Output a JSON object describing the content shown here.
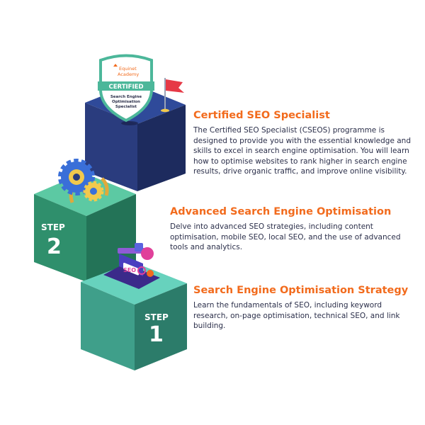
{
  "badge": {
    "brand_line1": "Equinet",
    "brand_line2": "Academy",
    "ribbon": "CERTIFIED",
    "line1": "Search Engine",
    "line2": "Optimisation",
    "line3": "Specialist"
  },
  "steps": [
    {
      "title": "Certified SEO Specialist",
      "description": "The Certified SEO Specialist (CSEOS) programme is designed to provide you with the essential knowledge and skills to excel in search engine optimisation. You will learn how to optimise websites to rank higher in search engine results, drive organic traffic, and improve online visibility."
    },
    {
      "step_word": "STEP",
      "step_number": "2",
      "title": "Advanced Search Engine Optimisation",
      "description": "Delve into advanced SEO strategies, including content optimisation, mobile SEO, local SEO, and the use of advanced tools and analytics."
    },
    {
      "step_word": "STEP",
      "step_number": "1",
      "title": "Search Engine Optimisation Strategy",
      "description": "Learn the fundamentals of SEO, including keyword research, on-page optimisation, technical SEO, and link building."
    }
  ],
  "illustration": {
    "screen_text": "SEO"
  },
  "colors": {
    "orange": "#f26b1d",
    "navy_top": "#2f4a9a",
    "navy_left": "#2a3c7e",
    "navy_right": "#1d2b5e",
    "green_top": "#5cc9a3",
    "green_left": "#2f8f6c",
    "green_right": "#237357",
    "teal_top": "#67d2bd",
    "teal_left": "#3f9f8a",
    "teal_right": "#2c7c6a",
    "text": "#2b2f4a"
  }
}
